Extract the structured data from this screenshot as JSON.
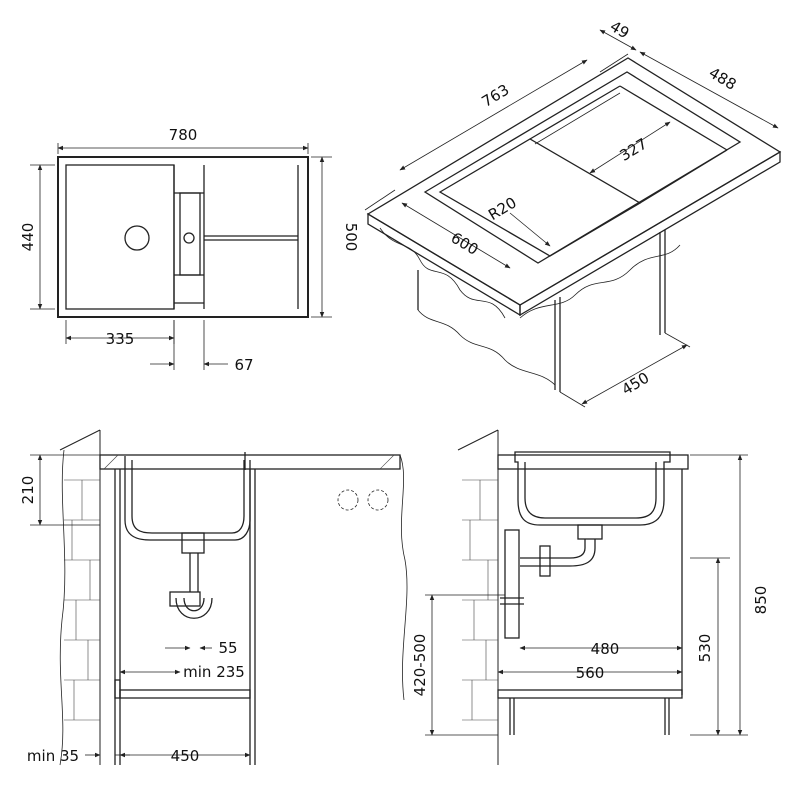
{
  "top_view": {
    "width": "780",
    "depth": "500",
    "bowl_depth": "440",
    "bowl_width": "335",
    "offset": "67"
  },
  "iso_view": {
    "length": "763",
    "depth": "488",
    "rim": "49",
    "bowl_width": "327",
    "radius": "R20",
    "bowl_length": "600",
    "cabinet": "450"
  },
  "side_left": {
    "height": "210",
    "drain": "55",
    "min_drain": "min 235",
    "min_wall": "min 35",
    "cabinet": "450"
  },
  "side_right": {
    "drain_height": "420-500",
    "width_inner": "480",
    "width_outer": "560",
    "counter_height": "530",
    "total_height": "850"
  }
}
